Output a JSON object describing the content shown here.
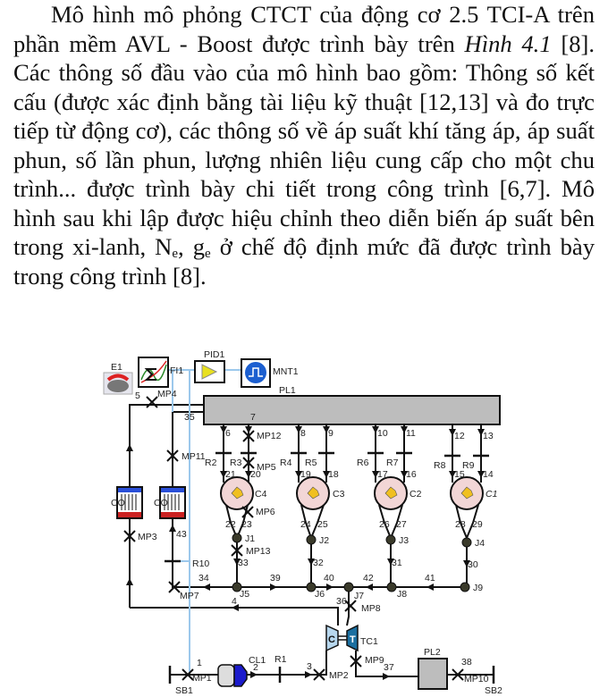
{
  "body": {
    "seg1": "Mô hình mô phỏng CTCT của động cơ 2.5 TCI-A trên phần mềm AVL - Boost được trình bày trên ",
    "figure_ref": "Hình 4.1",
    "seg2": " [8]. Các thông số đầu vào của mô hình bao gồm: Thông số kết cấu (được xác định bằng tài liệu kỹ thuật [12,13] và đo trực tiếp từ động cơ), các thông số về áp suất khí tăng áp, áp suất phun, số lần phun, lượng nhiên liệu cung cấp cho một chu trình... được trình bày chi tiết trong công trình [6,7]. Mô hình sau khi lập được hiệu chỉnh theo diễn biến áp suất bên trong xi-lanh, N",
    "sub1": "e",
    "seg3": ", g",
    "sub2": "e",
    "seg4": " ở chế độ định mức đã được trình bày trong công trình [8]."
  },
  "diagram": {
    "colors": {
      "signal_line": "#9cc8ec",
      "cylinder": "#f2d6d6",
      "plenum": "#bdbdbd",
      "cooler_top": "#2a4fd8",
      "cooler_bottom": "#cc2222",
      "compressor": "#b7d7ee",
      "turbine": "#1b6fa0",
      "filter": "#1a1acc"
    },
    "labels": {
      "E1": "E1",
      "FI1": "FI1",
      "PID1": "PID1",
      "MNT1": "MNT1",
      "PL1": "PL1",
      "PL2": "PL2",
      "C1": "C1",
      "C2": "C2",
      "C3": "C3",
      "C4": "C4",
      "CO1": "CO",
      "CO2": "CO",
      "J1": "J1",
      "J2": "J2",
      "J3": "J3",
      "J4": "J4",
      "J5": "J5",
      "J6": "J6",
      "J7": "J7",
      "J8": "J8",
      "J9": "J9",
      "R1": "R1",
      "R2": "R2",
      "R3": "R3",
      "R4": "R4",
      "R5": "R5",
      "R6": "R6",
      "R7": "R7",
      "R8": "R8",
      "R9": "R9",
      "R10": "R10",
      "MP1": "MP1",
      "MP2": "MP2",
      "MP3": "MP3",
      "MP4": "MP4",
      "MP5": "MP5",
      "MP6": "MP6",
      "MP7": "MP7",
      "MP8": "MP8",
      "MP9": "MP9",
      "MP10": "MP10",
      "MP11": "MP11",
      "MP12": "MP12",
      "MP13": "MP13",
      "TC1": "TC1",
      "CL1": "CL1",
      "SB1": "SB1",
      "SB2": "SB2",
      "C_mark": "C",
      "T_mark": "T",
      "p1": "1",
      "p2": "2",
      "p3": "3",
      "p4": "4",
      "p5": "5",
      "p6": "6",
      "p7": "7",
      "p8": "8",
      "p9": "9",
      "p10": "10",
      "p11": "11",
      "p12": "12",
      "p13": "13",
      "p14": "14",
      "p15": "15",
      "p16": "16",
      "p17": "17",
      "p18": "18",
      "p19": "19",
      "p20": "20",
      "p21": "21",
      "p22": "22",
      "p23": "23",
      "p24": "24",
      "p25": "25",
      "p26": "26",
      "p27": "27",
      "p28": "28",
      "p29": "29",
      "p30": "30",
      "p31": "31",
      "p32": "32",
      "p33": "33",
      "p34": "34",
      "p35": "35",
      "p36": "36",
      "p37": "37",
      "p38": "38",
      "p39": "39",
      "p40": "40",
      "p41": "41",
      "p42": "42",
      "p43": "43"
    }
  }
}
